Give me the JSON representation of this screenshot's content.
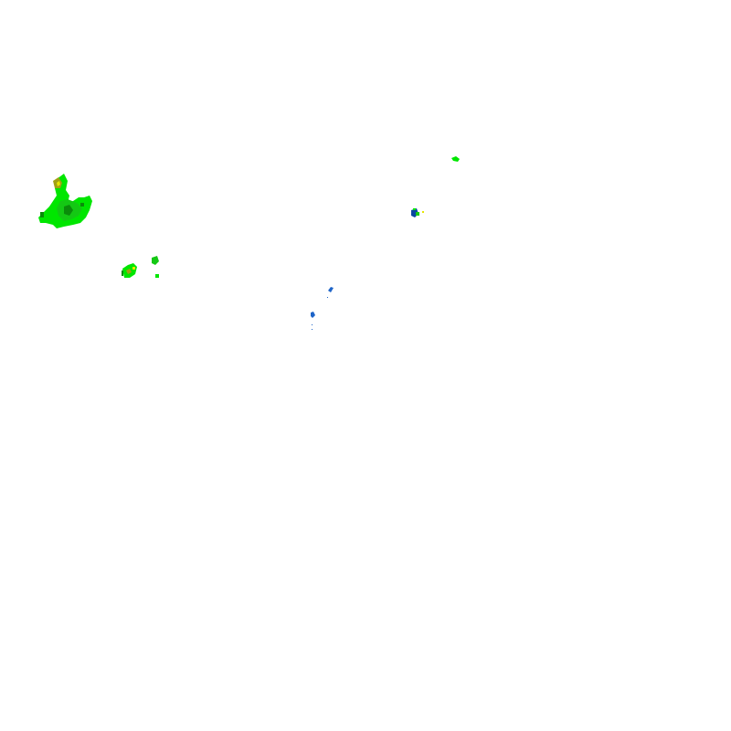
{
  "map": {
    "type": "weather-radar-reflectivity-overlay",
    "background_color": "#ffffff",
    "colors": {
      "light_blue": "#1e64c8",
      "dark_blue": "#0a46a0",
      "light_green": "#00e600",
      "mid_green": "#14c814",
      "dark_green": "#0a8c0a",
      "yellow": "#e6e600",
      "olive": "#a0a014"
    },
    "echo_cells": [
      {
        "name": "northwest-storm-cluster",
        "dominant_color": "light_green",
        "max_intensity_color": "olive"
      },
      {
        "name": "west-small-cell",
        "dominant_color": "light_green",
        "max_intensity_color": "yellow"
      },
      {
        "name": "west-small-cell-east",
        "dominant_color": "mid_green"
      },
      {
        "name": "central-blue-echo-north",
        "dominant_color": "light_blue"
      },
      {
        "name": "central-blue-echo-south",
        "dominant_color": "light_blue"
      },
      {
        "name": "east-mixed-cell",
        "dominant_color": "dark_blue",
        "max_intensity_color": "yellow"
      },
      {
        "name": "northeast-small-cell",
        "dominant_color": "light_green"
      }
    ]
  }
}
